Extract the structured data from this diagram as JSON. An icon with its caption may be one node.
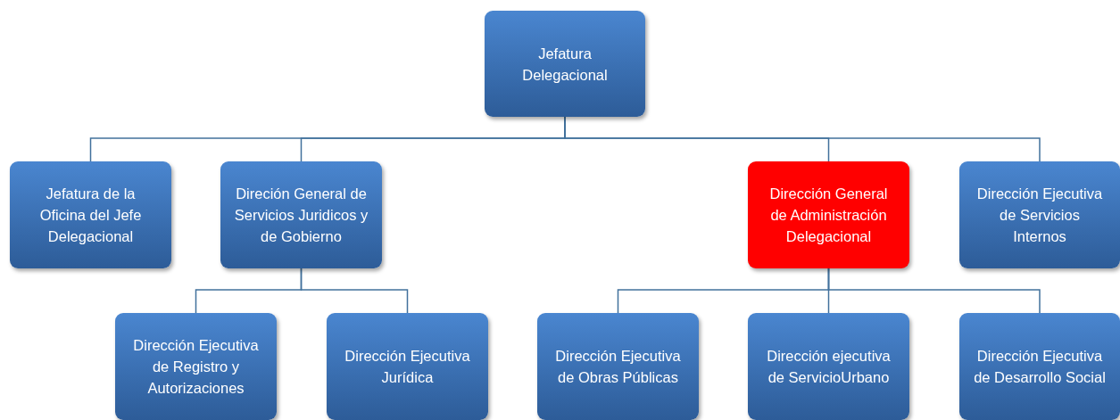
{
  "diagram": {
    "nodes": [
      {
        "text": [
          "Jefatura Delegacional"
        ]
      },
      {
        "text": [
          "Jefatura de la Oficina del Jefe Delegacional"
        ]
      },
      {
        "text": [
          "Direción General de Servicios Juridicos y de Gobierno"
        ]
      },
      {
        "text": [
          "Dirección General de Administración Delegacional"
        ]
      },
      {
        "text": [
          "Dirección Ejecutiva de Servicios Internos"
        ]
      },
      {
        "text": [
          "Dirección Ejecutiva de Registro y Autorizaciones"
        ]
      },
      {
        "text": [
          "Dirección Ejecutiva Jurídica"
        ]
      },
      {
        "text": [
          "Dirección Ejecutiva de Obras Públicas"
        ]
      },
      {
        "text": [
          "Dirección ejecutiva de ServicioUrbano"
        ]
      },
      {
        "text": [
          "Dirección Ejecutiva de Desarrollo Social"
        ]
      }
    ],
    "edges": [
      {
        "from": 0,
        "to": 1,
        "arrow": "none"
      },
      {
        "from": 0,
        "to": 2,
        "arrow": "none"
      },
      {
        "from": 0,
        "to": 3,
        "arrow": "none"
      },
      {
        "from": 0,
        "to": 4,
        "arrow": "none"
      },
      {
        "from": 2,
        "to": 5,
        "arrow": "none"
      },
      {
        "from": 2,
        "to": 6,
        "arrow": "none"
      },
      {
        "from": 3,
        "to": 7,
        "arrow": "none"
      },
      {
        "from": 3,
        "to": 8,
        "arrow": "none"
      },
      {
        "from": 3,
        "to": 9,
        "arrow": "none"
      }
    ]
  }
}
